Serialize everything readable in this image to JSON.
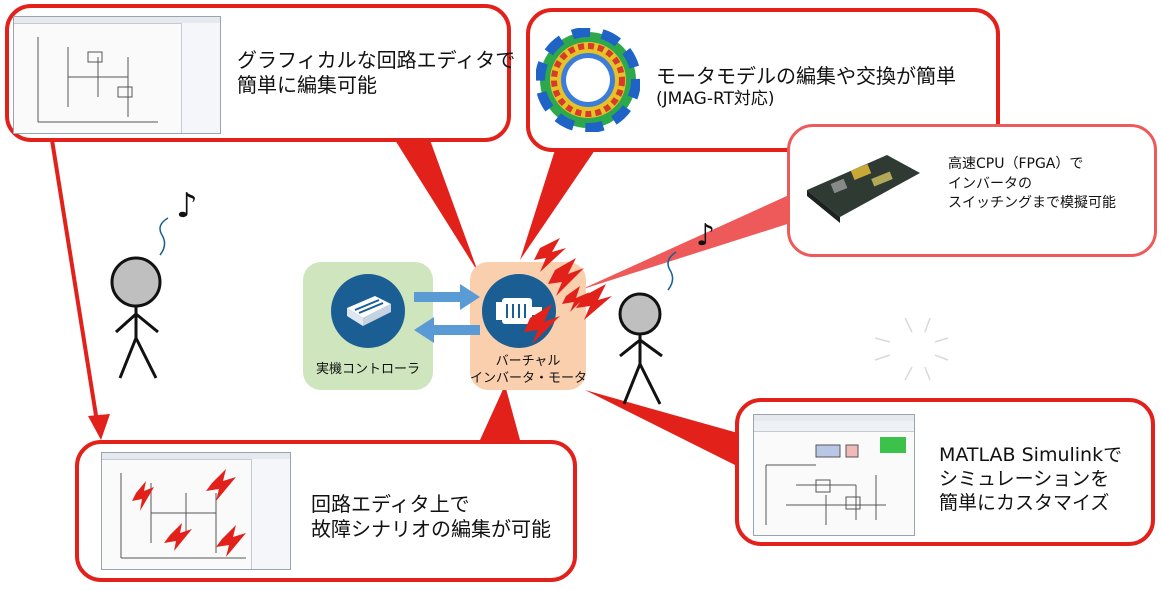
{
  "bubbles": {
    "editor": {
      "text_line1": "グラフィカルな回路エディタで",
      "text_line2": "簡単に編集可能"
    },
    "motor_model": {
      "text_line1": "モータモデルの編集や交換が簡単",
      "text_line2": "(JMAG-RT対応)"
    },
    "cpu": {
      "text_line1": "高速CPU（FPGA）で",
      "text_line2": "インバータの",
      "text_line3": "スイッチングまで模擬可能"
    },
    "fault": {
      "text_line1": "回路エディタ上で",
      "text_line2": "故障シナリオの編集が可能"
    },
    "matlab": {
      "text_line1": "MATLAB Simulinkで",
      "text_line2": "シミュレーションを",
      "text_line3": "簡単にカスタマイズ"
    }
  },
  "controller": {
    "label": "実機コントローラ"
  },
  "virtual": {
    "label_line1": "バーチャル",
    "label_line2": "インバータ・モータ"
  },
  "music_note_1": "♪",
  "music_note_2": "♪",
  "colors": {
    "bubble_red": "#e3211b",
    "controller_bg": "#cfe5bd",
    "virtual_bg": "#f9cfae",
    "icon_blue": "#1a5e94",
    "arrow_blue": "#5b9bd5"
  }
}
